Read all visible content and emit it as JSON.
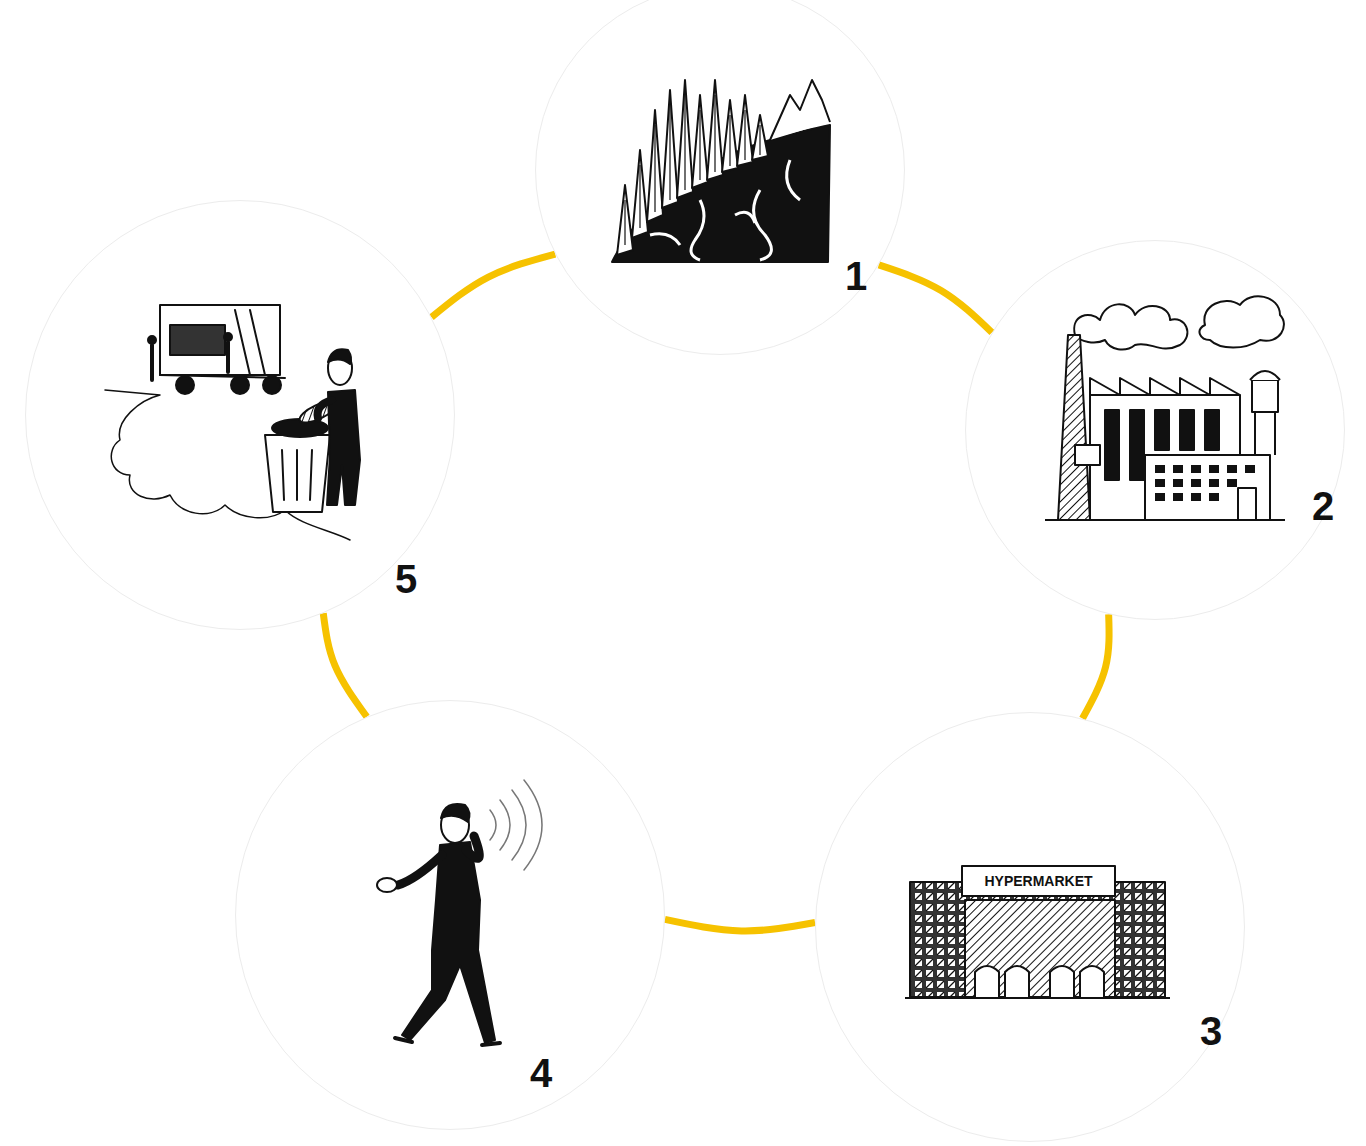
{
  "diagram": {
    "nodes": [
      {
        "text": [
          "1"
        ]
      },
      {
        "text": [
          "2"
        ]
      },
      {
        "text": [
          "3"
        ]
      },
      {
        "text": [
          "4"
        ]
      },
      {
        "text": [
          "5"
        ]
      }
    ],
    "edges": [
      {
        "from": 0,
        "to": 1,
        "arrow": "none"
      },
      {
        "from": 1,
        "to": 2,
        "arrow": "none"
      },
      {
        "from": 2,
        "to": 3,
        "arrow": "none"
      },
      {
        "from": 3,
        "to": 4,
        "arrow": "none"
      },
      {
        "from": 4,
        "to": 0,
        "arrow": "none"
      }
    ],
    "labels": [
      "HYPERMARKET"
    ]
  }
}
